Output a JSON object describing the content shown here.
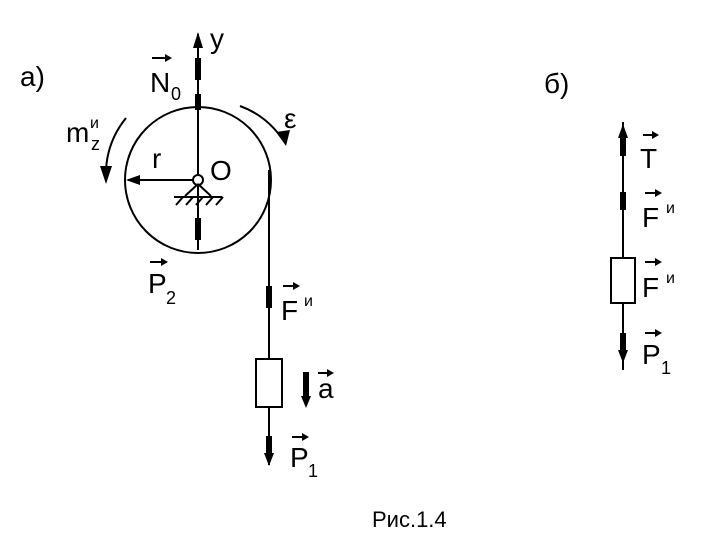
{
  "figure": {
    "panel_a_label": "а)",
    "panel_b_label": "б)",
    "caption": "Рис.1.4"
  },
  "panel_a": {
    "axis_y": "y",
    "N0_main": "N",
    "N0_sub": "0",
    "center_label": "O",
    "radius_label": "r",
    "epsilon": "ε",
    "m_main": "m",
    "m_sup": "и",
    "m_sub": "z",
    "P2_main": "P",
    "P2_sub": "2",
    "F_main": "F",
    "F_sup": "и",
    "a_label": "a",
    "P1_main": "P",
    "P1_sub": "1"
  },
  "panel_b": {
    "T_label": "T",
    "F1_main": "F",
    "F1_sup": "и",
    "F2_main": "F",
    "F2_sup": "и",
    "P1_main": "P",
    "P1_sub": "1"
  },
  "colors": {
    "ink": "#000000",
    "background": "#ffffff"
  }
}
